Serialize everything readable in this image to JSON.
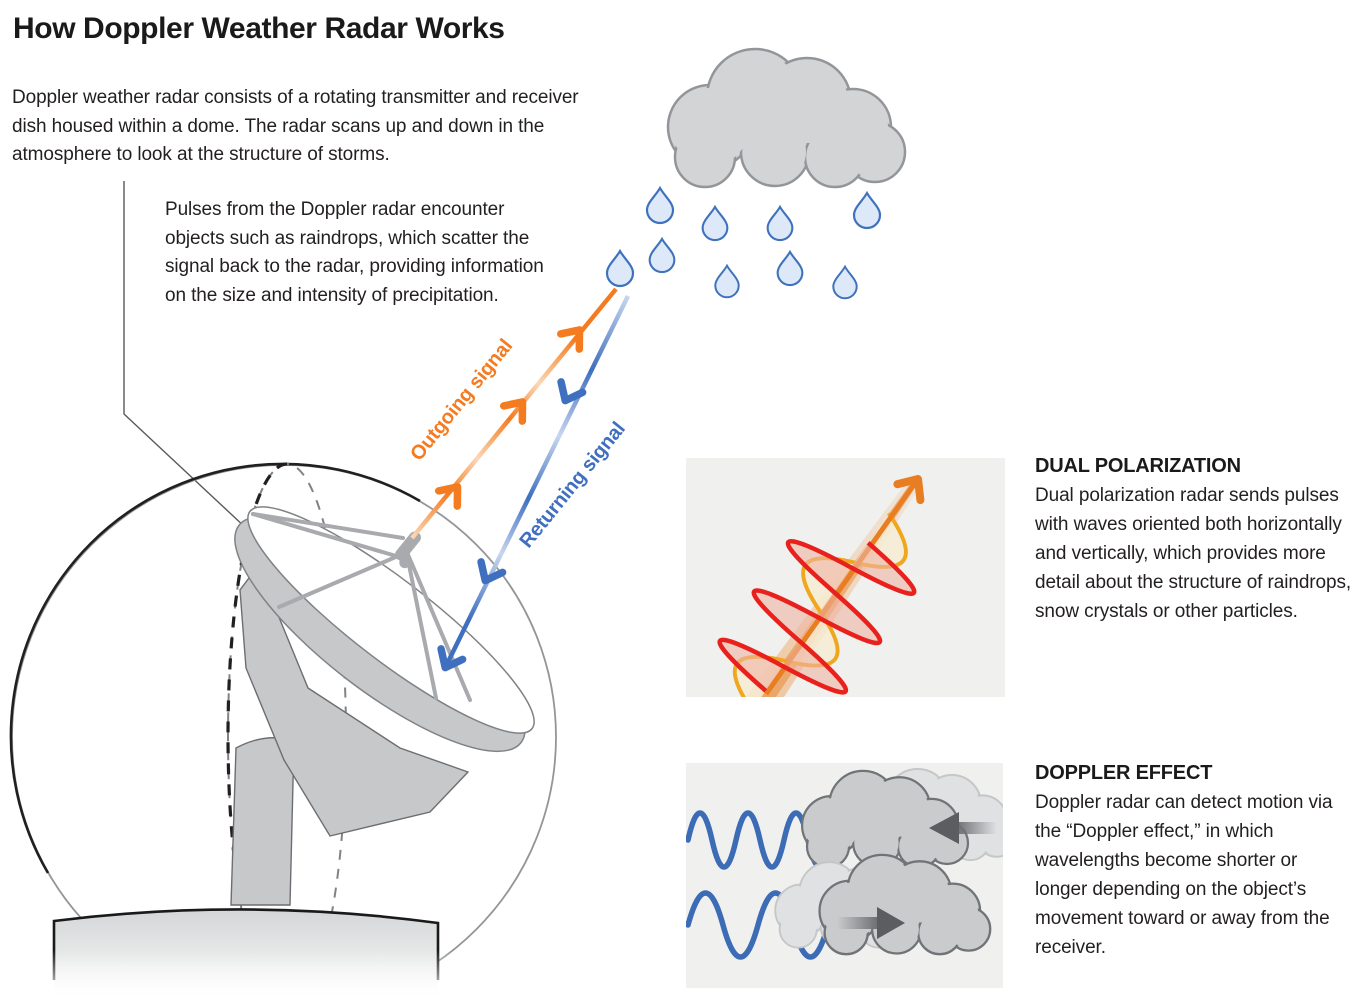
{
  "title": "How Doppler Weather Radar Works",
  "intro": "Doppler weather radar consists of a rotating transmitter and receiver dish housed within a dome. The radar scans up and down in the atmosphere to look at the structure of storms.",
  "pulses_note": "Pulses from the Doppler radar encounter objects such as raindrops, which scatter the signal back to the radar, providing information on the size and intensity of precipitation.",
  "diagram": {
    "outgoing_label": "Outgoing signal",
    "returning_label": "Returning signal",
    "icons": [
      "rain-cloud-icon",
      "raindrop-icon",
      "radar-dish-icon",
      "dome-icon",
      "signal-arrow-icon",
      "motion-arrow-icon"
    ]
  },
  "sections": {
    "dual_polarization": {
      "heading": "DUAL POLARIZATION",
      "body": "Dual polarization radar sends pulses with waves oriented both horizontally and vertically, which provides more detail about the structure of raindrops, snow crystals or other particles."
    },
    "doppler_effect": {
      "heading": "DOPPLER EFFECT",
      "body": "Doppler radar can detect motion via the “Doppler effect,” in which wavelengths become shorter or longer depending on the object’s movement toward or away from the receiver."
    }
  },
  "colors": {
    "accent_orange": "#f47b20",
    "accent_blue": "#3f6fbf",
    "wave_red": "#e8211d",
    "wave_yellow": "#f0a61d",
    "cloud_gray": "#d2d4d6",
    "panel_background": "#f0f0ef",
    "text": "#231f20"
  }
}
